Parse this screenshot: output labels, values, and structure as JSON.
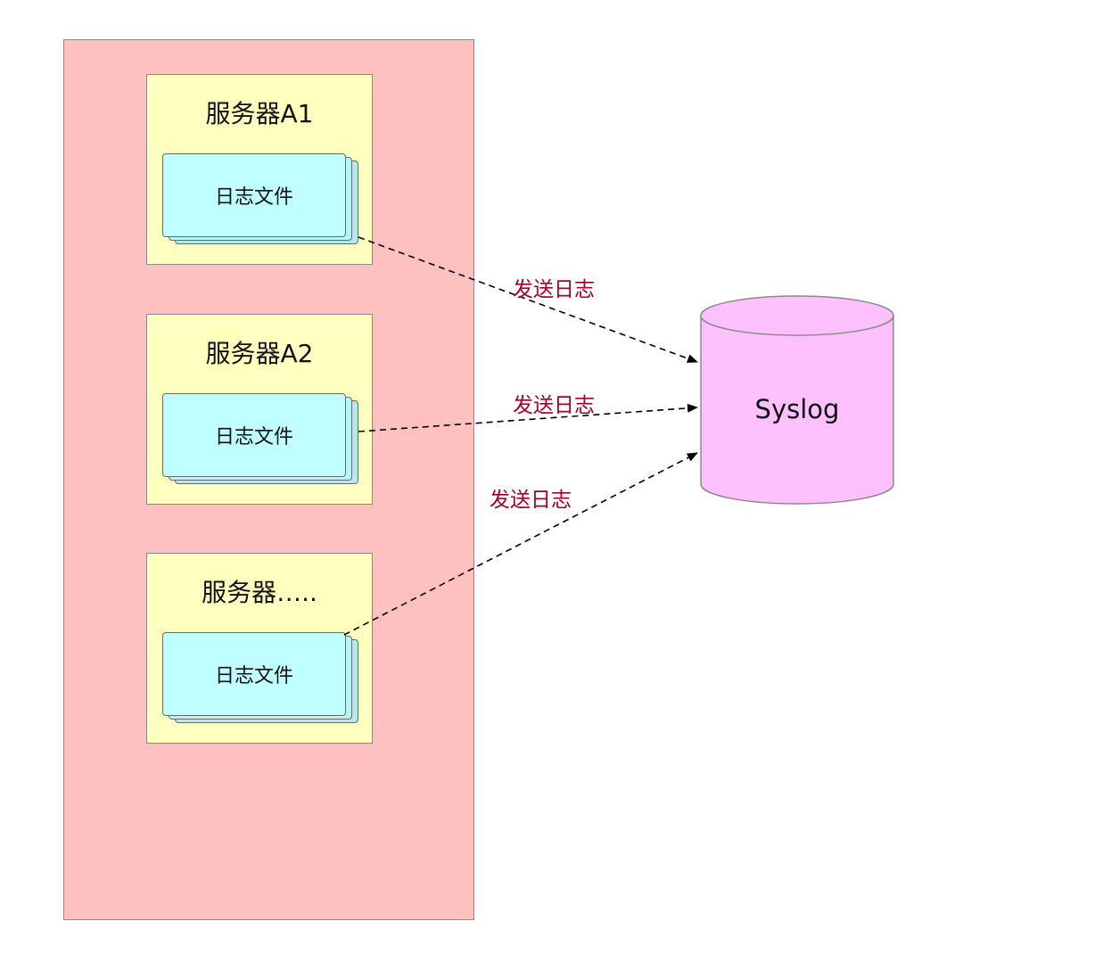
{
  "servers": [
    {
      "title": "服务器A1",
      "file_label": "日志文件"
    },
    {
      "title": "服务器A2",
      "file_label": "日志文件"
    },
    {
      "title": "服务器…..",
      "file_label": "日志文件"
    }
  ],
  "target": {
    "label": "Syslog"
  },
  "edges": [
    {
      "label": "发送日志"
    },
    {
      "label": "发送日志"
    },
    {
      "label": "发送日志"
    }
  ],
  "colors": {
    "region_fill": "#ffc0c0",
    "server_fill": "#ffffc0",
    "file_fill": "#c0ffff",
    "database_fill": "#ffc0ff",
    "edge_label": "#a20025"
  }
}
